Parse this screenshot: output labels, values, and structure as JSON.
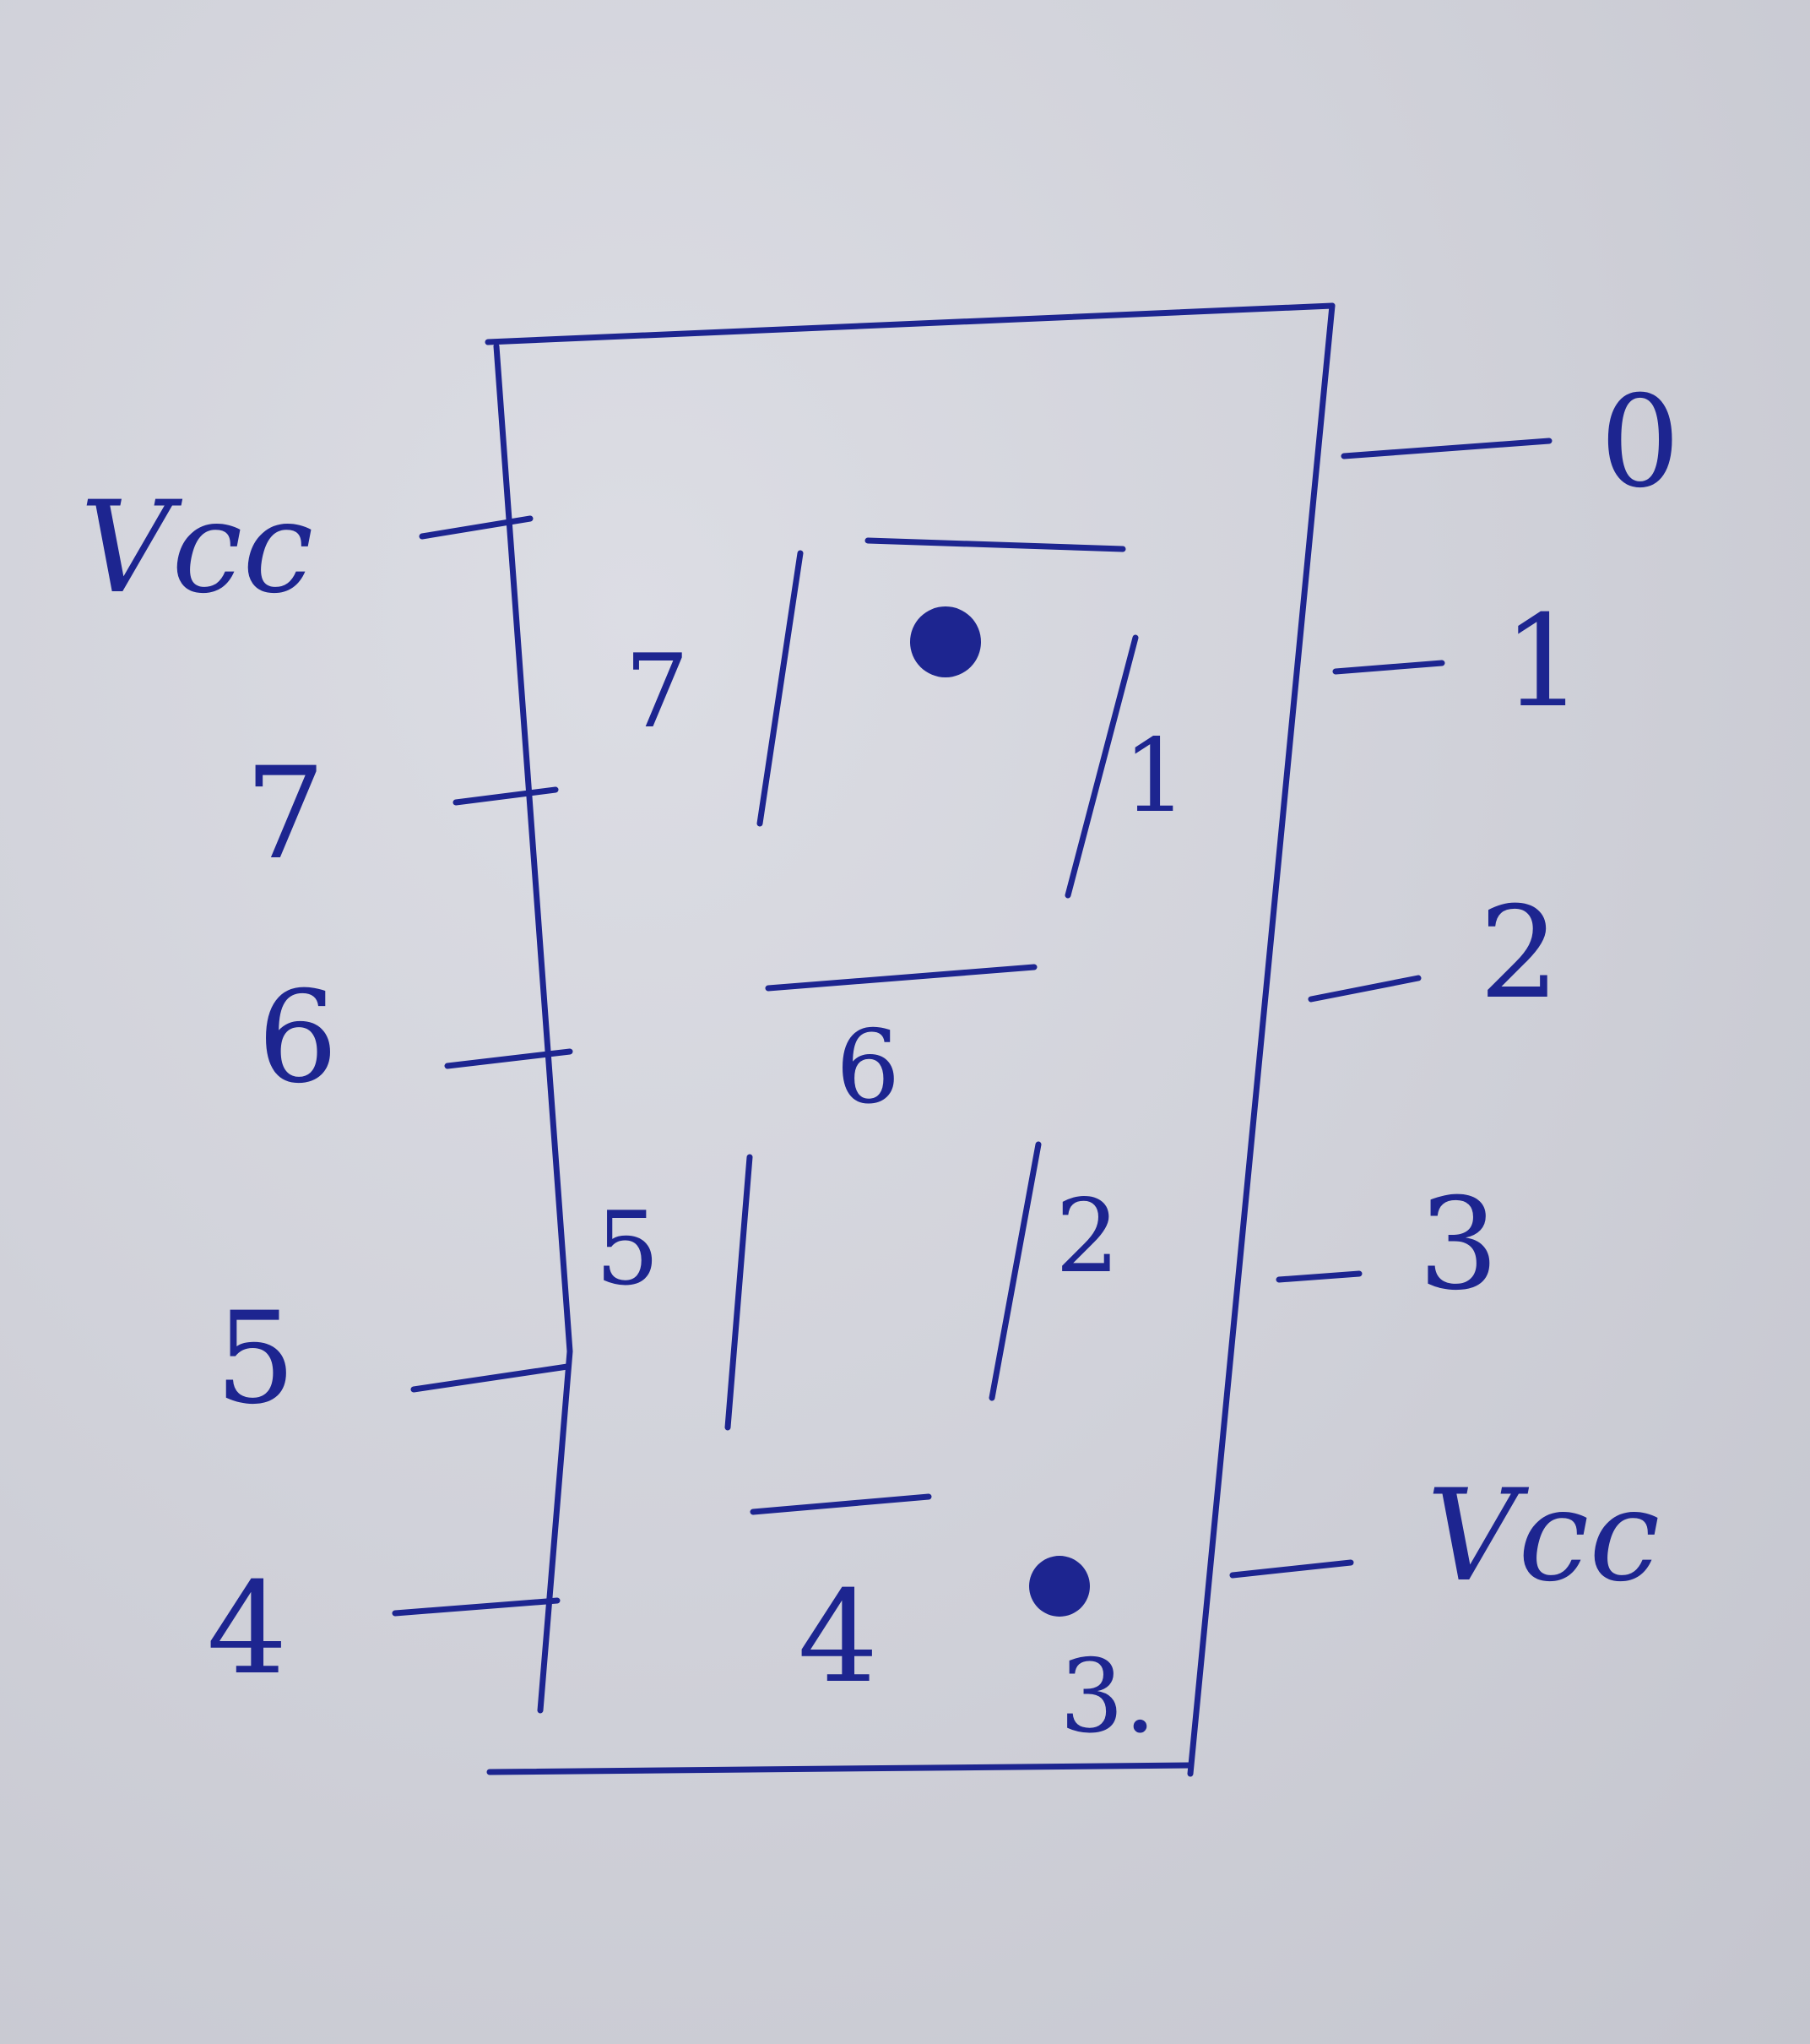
{
  "diagram": {
    "left_pins": [
      {
        "label": "Vcc"
      },
      {
        "label": "7"
      },
      {
        "label": "6"
      },
      {
        "label": "5"
      },
      {
        "label": "4"
      }
    ],
    "right_pins": [
      {
        "label": "0"
      },
      {
        "label": "1"
      },
      {
        "label": "2"
      },
      {
        "label": "3"
      },
      {
        "label": "Vcc"
      }
    ],
    "segments": {
      "top_left": "7",
      "top_right": "1",
      "middle": "6",
      "bottom_left": "5",
      "bottom_right": "2",
      "bottom": "4",
      "dot": "3."
    },
    "ink_color": "#1d2590",
    "paper_color": "#cfd0d9"
  }
}
